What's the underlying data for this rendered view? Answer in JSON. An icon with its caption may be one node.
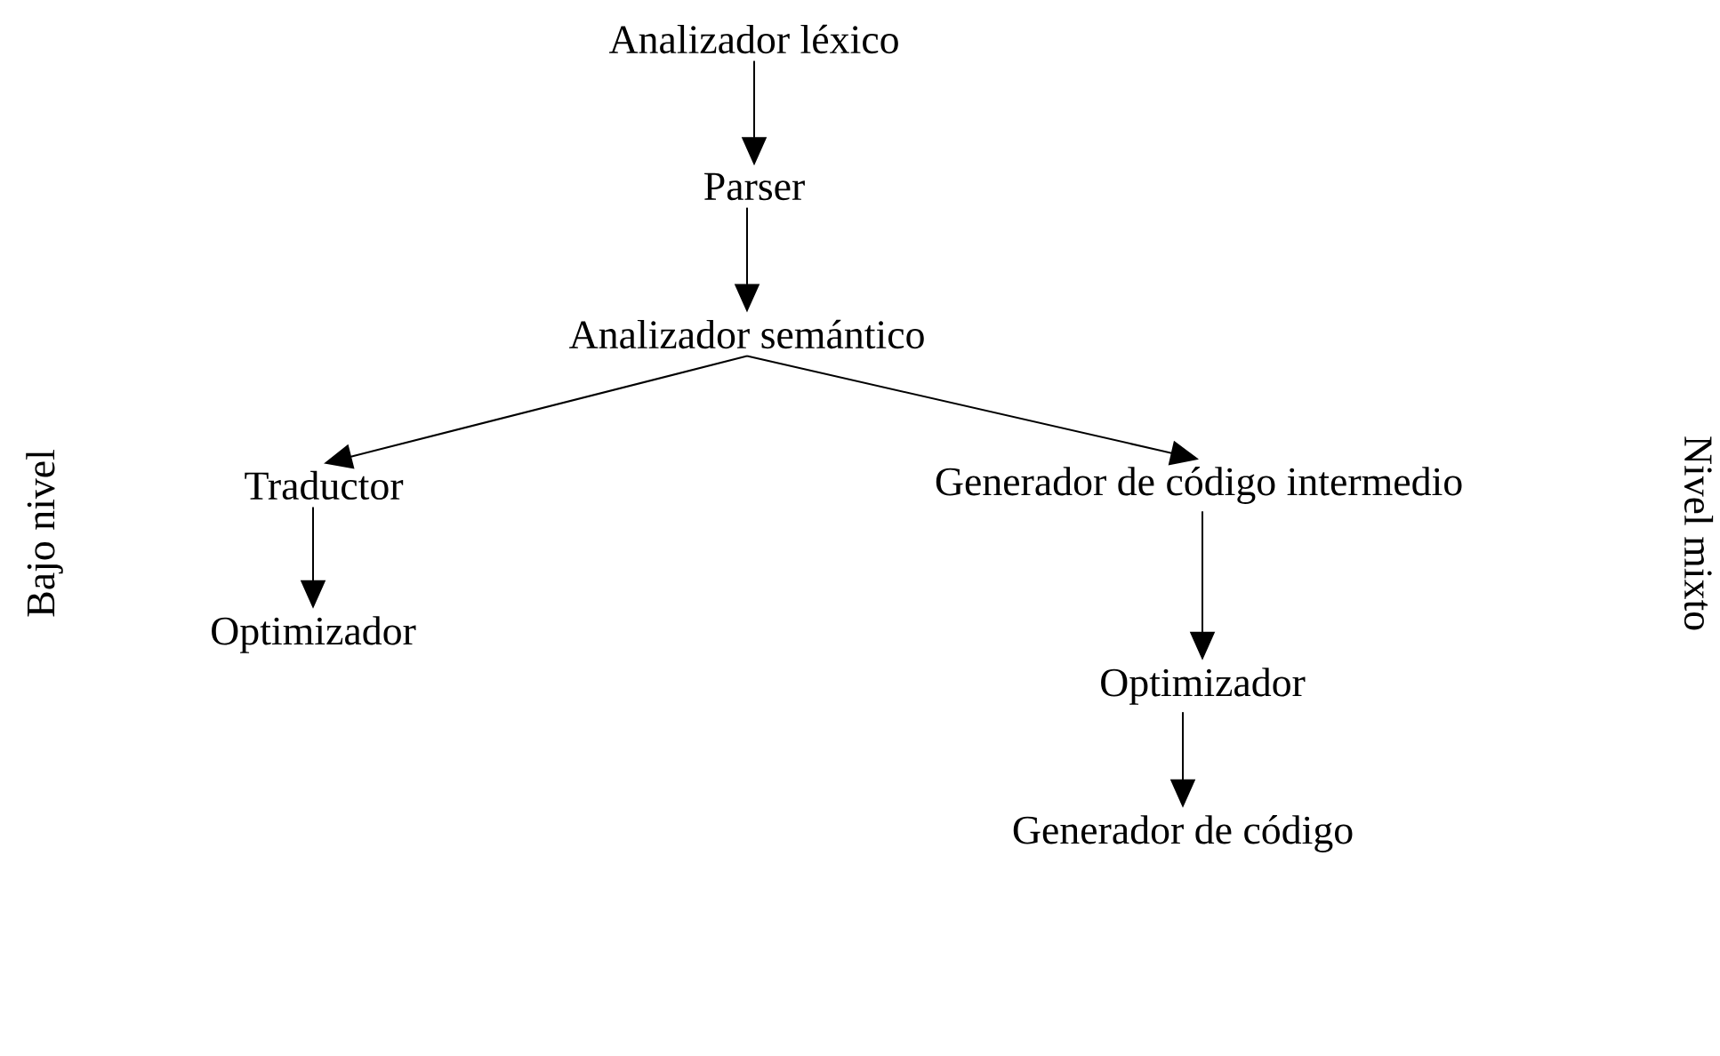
{
  "diagram": {
    "nodes": [
      {
        "text": [
          "Analizador léxico"
        ]
      },
      {
        "text": [
          "Parser"
        ]
      },
      {
        "text": [
          "Analizador semántico"
        ]
      },
      {
        "text": [
          "Traductor"
        ]
      },
      {
        "text": [
          "Generador de código intermedio"
        ]
      },
      {
        "text": [
          "Optimizador"
        ]
      },
      {
        "text": [
          "Optimizador"
        ]
      },
      {
        "text": [
          "Generador de código"
        ]
      }
    ],
    "edges": [
      {
        "from": 0,
        "to": 1,
        "arrow": "to"
      },
      {
        "from": 1,
        "to": 2,
        "arrow": "to"
      },
      {
        "from": 2,
        "to": 3,
        "arrow": "to"
      },
      {
        "from": 2,
        "to": 4,
        "arrow": "to"
      },
      {
        "from": 3,
        "to": 5,
        "arrow": "to"
      },
      {
        "from": 4,
        "to": 6,
        "arrow": "to"
      },
      {
        "from": 6,
        "to": 7,
        "arrow": "to"
      }
    ],
    "labels": [
      "Bajo nivel",
      "Nivel mixto"
    ]
  }
}
